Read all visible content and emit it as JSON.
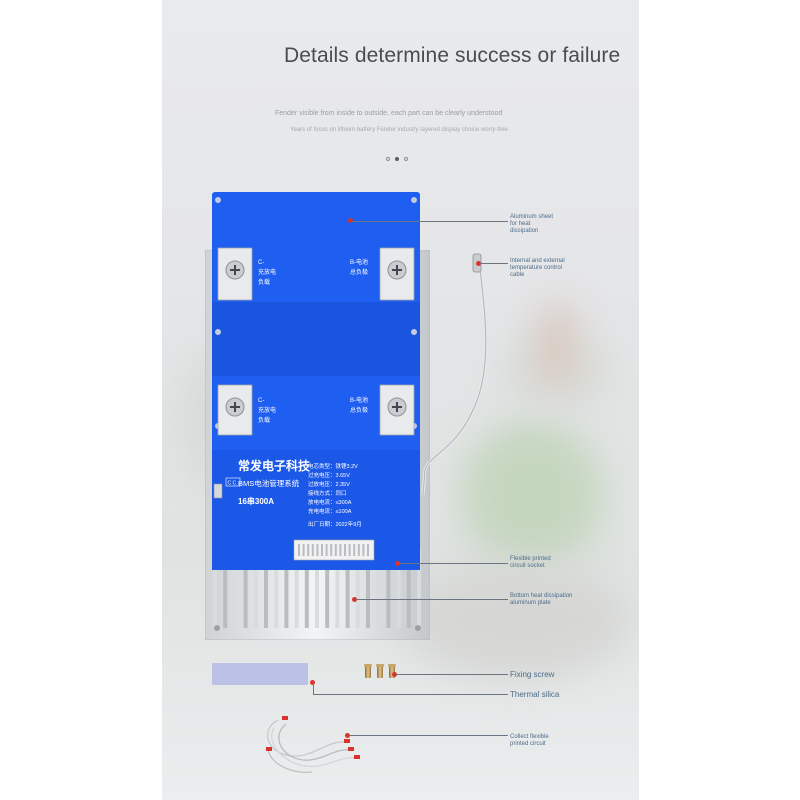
{
  "header": {
    "title": "Details determine success or failure",
    "subtitle": "Fender visible from inside to outside, each part can be clearly understood",
    "tagline": "Years of focus on lithium battery Fender industry layered display choice worry-free"
  },
  "carousel": {
    "count": 3,
    "active_index": 1
  },
  "callouts": [
    {
      "label": "Aluminum sheet\nfor heat\ndissipation"
    },
    {
      "label": "Internal and external\ntemperature control\ncable"
    },
    {
      "label": "Flexible printed\ncircuit socket"
    },
    {
      "label": "Bottom heat dissipation\naluminum plate"
    },
    {
      "label": "Fixing screw"
    },
    {
      "label": "Thermal silica"
    },
    {
      "label": "Collect flexible\nprinted circuit"
    }
  ],
  "board": {
    "brand_cn": "常发电子科技",
    "system_cn": "BMS电池管理系统",
    "model": "16串300A",
    "specs": [
      "电芯类型：铁锂3.2V",
      "过充电压：3.65V",
      "过放电压：2.35V",
      "接线方式：同口",
      "放电电流：≤300A",
      "充电电流：≤100A"
    ],
    "date": "出厂日期：2022年9月",
    "pads": [
      {
        "line1": "C-",
        "line2": "充放电",
        "line3": "负载"
      },
      {
        "line1": "B-电池",
        "line2": "总负极",
        "line3": ""
      },
      {
        "line1": "C-",
        "line2": "充放电",
        "line3": "负载"
      },
      {
        "line1": "B-电池",
        "line2": "总负极",
        "line3": ""
      }
    ],
    "cc_mark": "C C"
  },
  "colors": {
    "board_blue": "#1e5ef0",
    "board_blue_dark": "#1644c8",
    "accent_red": "#d9342b",
    "callout_text": "#4d6c8a"
  }
}
